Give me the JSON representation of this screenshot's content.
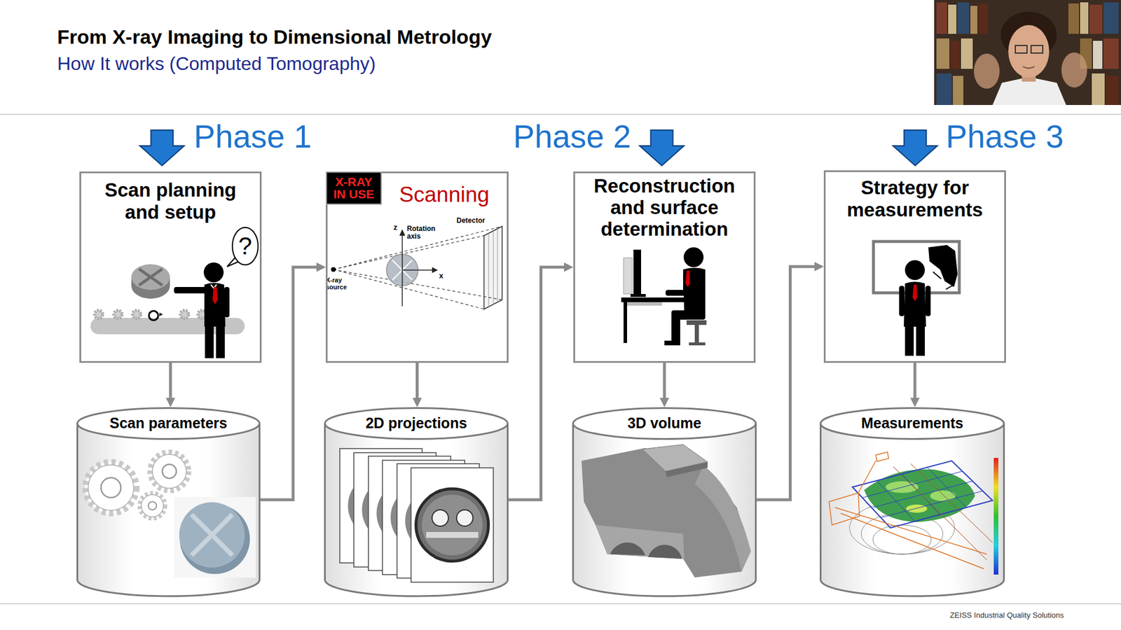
{
  "diagram": {
    "title": "From X-ray Imaging to Dimensional Metrology",
    "nodes": [
      {
        "text": [
          "Scan planning and setup"
        ]
      },
      {
        "text": [
          "?"
        ],
        "in": 0
      },
      {
        "text": [
          "Scanning"
        ]
      },
      {
        "text": [
          "X-RAY IN USE"
        ],
        "in": 2
      },
      {
        "text": [
          "Reconstruction and surface determination"
        ]
      },
      {
        "text": [
          "Strategy for measurements"
        ]
      },
      {
        "text": [
          "Scan parameters"
        ]
      },
      {
        "text": [
          "2D projections"
        ]
      },
      {
        "text": [
          "3D volume"
        ]
      },
      {
        "text": [
          "Measurements"
        ]
      }
    ],
    "edges": [
      {
        "from": 0,
        "to": 6,
        "arrow": "to"
      },
      {
        "from": 6,
        "to": 2,
        "arrow": "to"
      },
      {
        "from": 2,
        "to": 7,
        "arrow": "to"
      },
      {
        "from": 7,
        "to": 4,
        "arrow": "to"
      },
      {
        "from": 4,
        "to": 8,
        "arrow": "to"
      },
      {
        "from": 8,
        "to": 5,
        "arrow": "to"
      },
      {
        "from": 5,
        "to": 9,
        "arrow": "to"
      }
    ],
    "labels": [
      "How It works (Computed Tomography)",
      "Phase 1",
      "Phase 2",
      "Phase 3",
      "z",
      "Rotation axis",
      "Detector",
      "X-ray source",
      "x",
      "ZEISS Industrial Quality Solutions"
    ]
  }
}
